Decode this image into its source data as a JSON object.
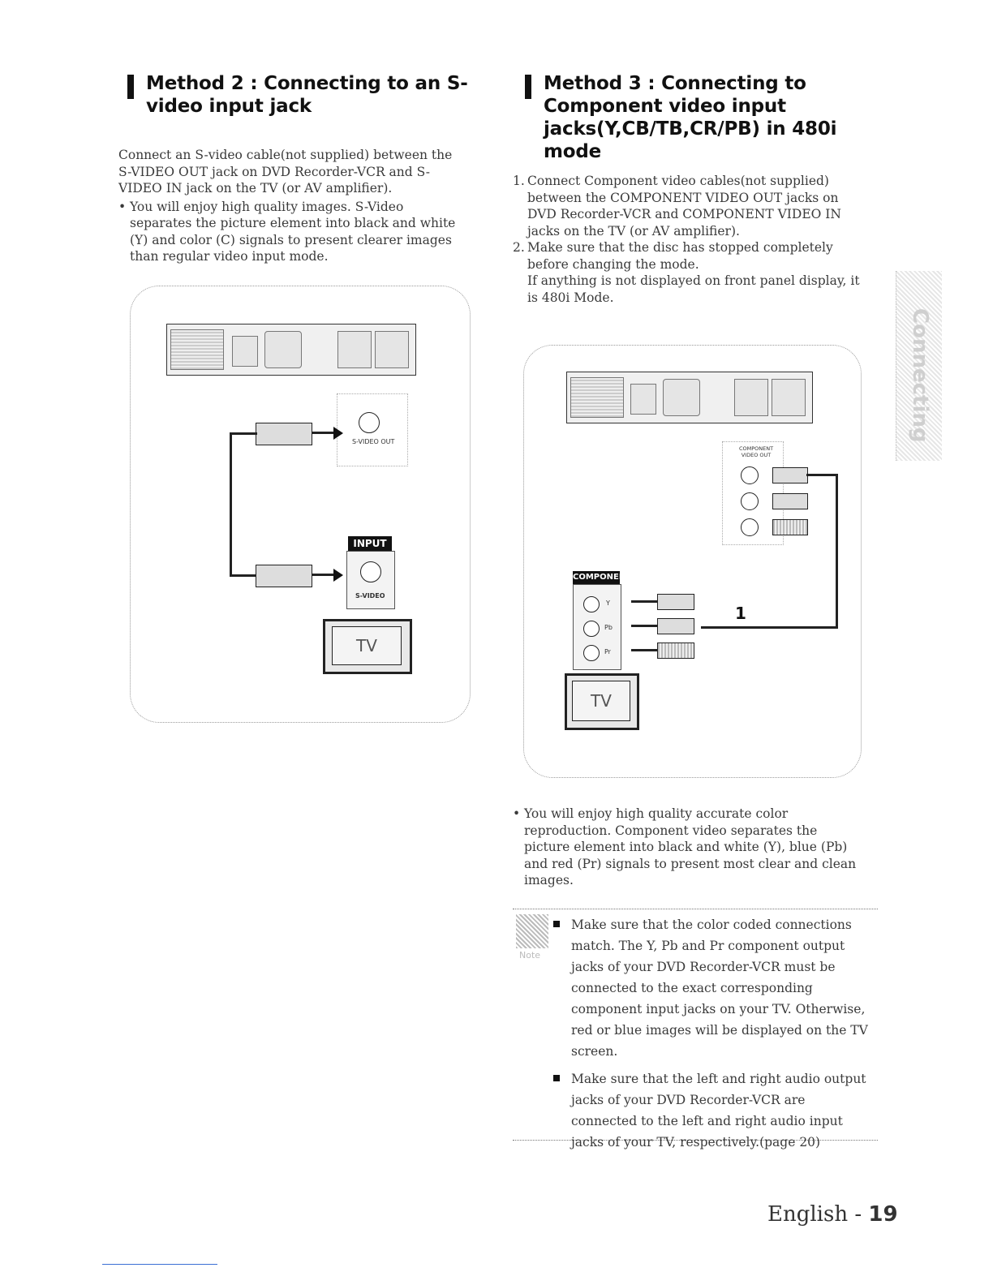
{
  "left": {
    "title": "Method 2 : Connecting to an S-video input jack",
    "intro": "Connect an S-video cable(not supplied) between the S-VIDEO OUT jack on DVD Recorder-VCR and S-VIDEO IN jack on the TV (or AV amplifier).",
    "bullet": "You will enjoy high quality images. S-Video separates the picture element into black and white (Y) and color (C) signals to present clearer images than regular video input mode.",
    "diagram": {
      "svideo_out_label": "S-VIDEO OUT",
      "input_tag": "INPUT",
      "svideo_label": "S-VIDEO",
      "tv_label": "TV"
    }
  },
  "right": {
    "title": "Method 3 : Connecting to Component video input jacks(Y,CB/TB,CR/PB) in 480i mode",
    "steps": [
      {
        "num": "1.",
        "text": "Connect Component video cables(not supplied) between the COMPONENT VIDEO OUT jacks on DVD Recorder-VCR and COMPONENT VIDEO IN jacks on the TV (or AV amplifier)."
      },
      {
        "num": "2.",
        "text": "Make sure that the disc has stopped completely before changing the mode."
      }
    ],
    "step2_extra": "If anything is not displayed on front panel display, it is 480i Mode.",
    "diagram": {
      "component_out_label": "COMPONENT VIDEO OUT",
      "component_tag": "COMPONENT",
      "jack_labels": [
        "Y",
        "Pb",
        "Pr"
      ],
      "callout_number": "1",
      "tv_label": "TV"
    },
    "bullet": "You will enjoy high quality accurate color reproduction. Component video separates the picture element into black and white (Y), blue (Pb) and red (Pr) signals to present most clear and clean images.",
    "note": {
      "icon_label": "Note",
      "items": [
        "Make sure that the color coded connections match. The Y, Pb and Pr component output jacks of your DVD Recorder-VCR must be connected to the exact corresponding component input jacks on your TV. Otherwise, red or blue images will be displayed on the TV screen.",
        "Make sure that the left and right audio output jacks of your DVD Recorder-VCR are connected to the left and right audio input jacks of your TV, respectively.(page 20)"
      ]
    }
  },
  "side_tab": "Connecting",
  "footer": {
    "language": "English",
    "separator": " - ",
    "page": "19"
  }
}
